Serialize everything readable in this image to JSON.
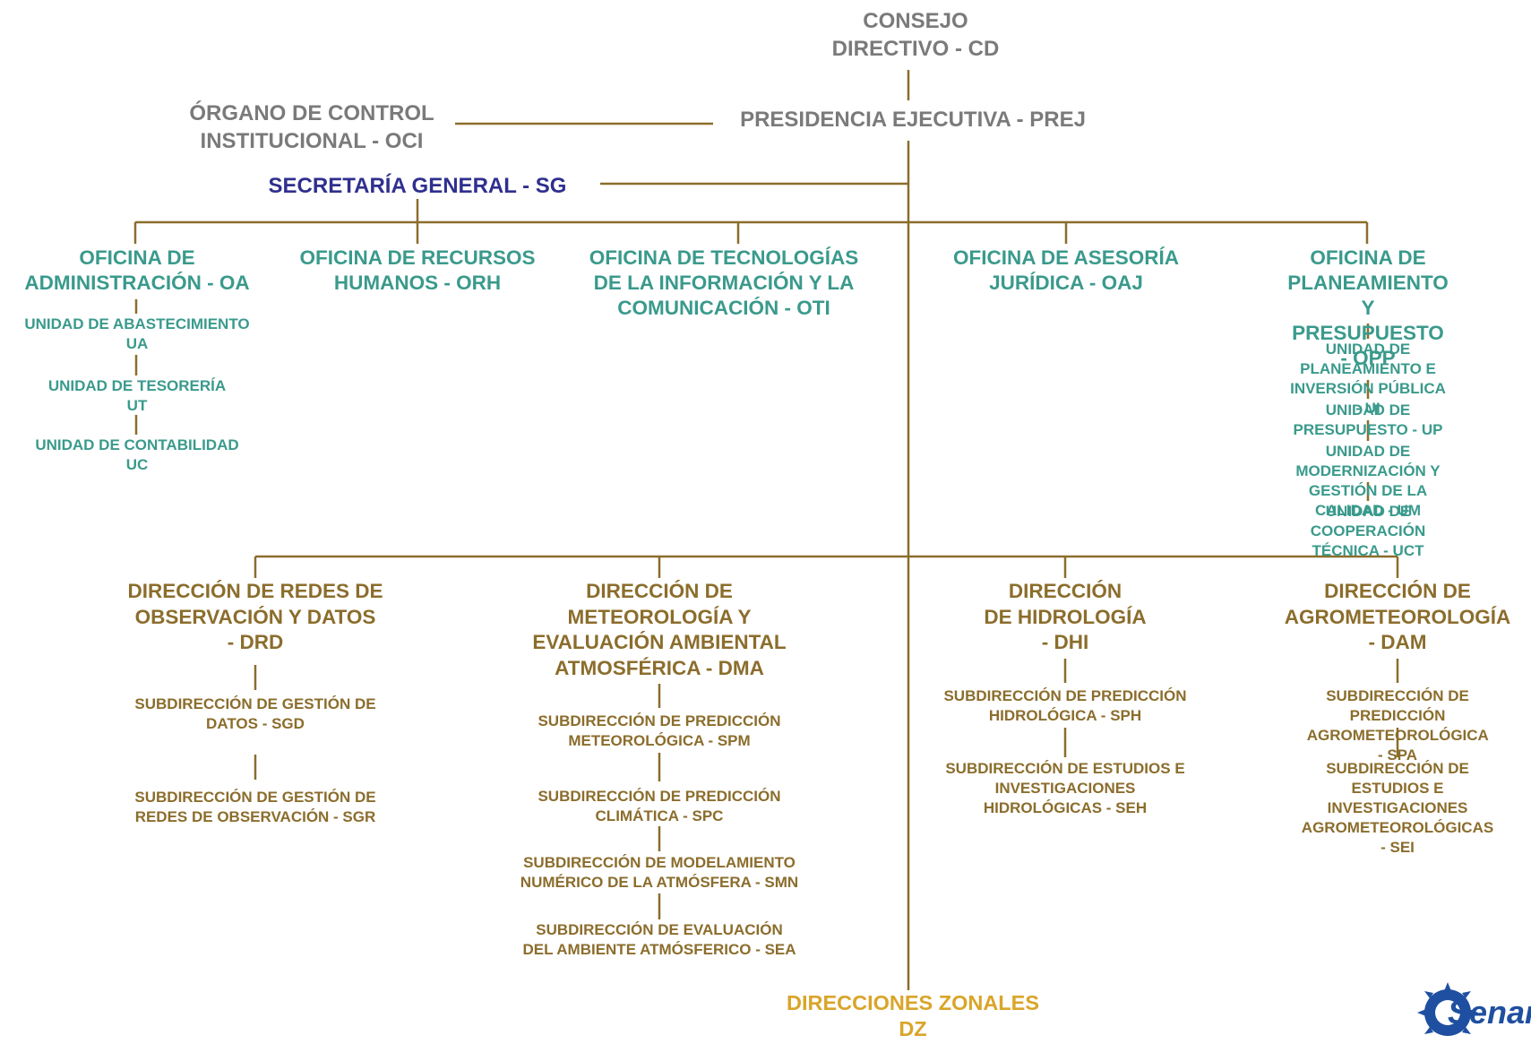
{
  "top": {
    "consejo": "CONSEJO\nDIRECTIVO - CD",
    "presidencia": "PRESIDENCIA EJECUTIVA - PREJ",
    "oci": "ÓRGANO DE CONTROL\nINSTITUCIONAL - OCI",
    "secretaria": "SECRETARÍA GENERAL - SG"
  },
  "oficinas": {
    "oa": "OFICINA DE\nADMINISTRACIÓN - OA",
    "orh": "OFICINA DE RECURSOS\nHUMANOS - ORH",
    "oti": "OFICINA DE TECNOLOGÍAS\nDE LA INFORMACIÓN Y LA\nCOMUNICACIÓN - OTI",
    "oaj": "OFICINA DE ASESORÍA\nJURÍDICA - OAJ",
    "opp": "OFICINA DE\nPLANEAMIENTO\nY PRESUPUESTO - OPP"
  },
  "oa_units": [
    "UNIDAD DE ABASTECIMIENTO\nUA",
    "UNIDAD DE TESORERÍA\nUT",
    "UNIDAD DE CONTABILIDAD\nUC"
  ],
  "opp_units": [
    "UNIDAD DE PLANEAMIENTO E\nINVERSIÓN PÚBLICA - UI",
    "UNIDAD DE PRESUPUESTO - UP",
    "UNIDAD DE MODERNIZACIÓN Y\nGESTIÓN DE LA CALIDAD - UM",
    "UNIDAD DE COOPERACIÓN\nTÉCNICA - UCT"
  ],
  "direcciones": {
    "drd": "DIRECCIÓN DE REDES DE\nOBSERVACIÓN Y DATOS\n- DRD",
    "dma": "DIRECCIÓN DE\nMETEOROLOGÍA Y\nEVALUACIÓN AMBIENTAL\nATMOSFÉRICA - DMA",
    "dhi": "DIRECCIÓN\nDE HIDROLOGÍA\n- DHI",
    "dam": "DIRECCIÓN DE\nAGROMETEOROLOGÍA\n- DAM"
  },
  "drd_subs": [
    "SUBDIRECCIÓN DE GESTIÓN DE\nDATOS - SGD",
    "SUBDIRECCIÓN DE GESTIÓN DE\nREDES DE OBSERVACIÓN - SGR"
  ],
  "dma_subs": [
    "SUBDIRECCIÓN DE PREDICCIÓN\nMETEOROLÓGICA - SPM",
    "SUBDIRECCIÓN DE PREDICCIÓN\nCLIMÁTICA - SPC",
    "SUBDIRECCIÓN DE MODELAMIENTO\nNUMÉRICO DE LA ATMÓSFERA - SMN",
    "SUBDIRECCIÓN DE EVALUACIÓN\nDEL AMBIENTE ATMÓSFERICO - SEA"
  ],
  "dhi_subs": [
    "SUBDIRECCIÓN DE PREDICCIÓN\nHIDROLÓGICA - SPH",
    "SUBDIRECCIÓN DE ESTUDIOS E\nINVESTIGACIONES\nHIDROLÓGICAS - SEH"
  ],
  "dam_subs": [
    "SUBDIRECCIÓN DE PREDICCIÓN\nAGROMETEOROLÓGICA - SPA",
    "SUBDIRECCIÓN DE ESTUDIOS E\nINVESTIGACIONES\nAGROMETEOROLÓGICAS - SEI"
  ],
  "zonales": "DIRECCIONES ZONALES\nDZ",
  "logo": {
    "text": "Senam",
    "icon": "sun-logo-icon"
  },
  "colors": {
    "line": "#8b6d2c",
    "gray": "#7a7a7a",
    "blue": "#2f2f8f",
    "teal": "#3a9a8c",
    "olive": "#8b6d2c",
    "gold": "#d9a52a",
    "logo": "#1f4fa0"
  }
}
